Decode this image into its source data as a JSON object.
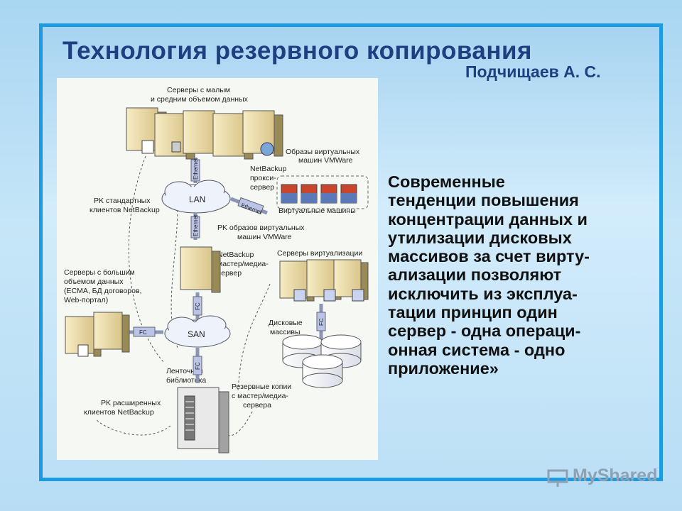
{
  "slide": {
    "title": "Технология резервного копирования",
    "author": "Подчищаев А. С.",
    "body": "Современные\nтенденции повышения\nконцентрации данных и\nутилизации дисковых\nмассивов за счет вирту-\nализации позволяют\nисключить из эксплуа-\nтации принцип один\nсервер - одна операци-\nонная система - одно\nприложение»",
    "watermark": "MyShared"
  },
  "diagram": {
    "labels": {
      "small_servers": [
        "Серверы с малым",
        "и средним объемом данных"
      ],
      "vm_images": [
        "Образы виртуальных",
        "машин VMWare"
      ],
      "netbackup_proxy": [
        "NetBackup",
        "прокси-",
        "сервер"
      ],
      "pk_standard": [
        "PK стандартных",
        "клиентов NetBackup"
      ],
      "lan": "LAN",
      "ethernet": "Ethernet",
      "virtual_machines": "Виртуальные машины",
      "pk_vm_images": [
        "PK образов виртуальных",
        "машин VMWare"
      ],
      "netbackup_master": [
        "NetBackup",
        "мастер/медиа-",
        "сервер"
      ],
      "virtualization_servers": "Серверы виртуализации",
      "big_servers": [
        "Серверы с большим",
        "объемом данных",
        "(ECMA, БД договоров,",
        "Web-портал)"
      ],
      "fc": "FC",
      "san": "SAN",
      "disk_arrays": [
        "Дисковые",
        "массивы"
      ],
      "tape_library": [
        "Ленточная",
        "библиотека"
      ],
      "backup_copies": [
        "Резервные копии",
        "с мастер/медиа-",
        "сервера"
      ],
      "pk_extended": [
        "PK расширенных",
        "клиентов NetBackup"
      ]
    }
  },
  "colors": {
    "frame": "#1c9be3",
    "title": "#1e3f80",
    "server_face": "#efe1b0",
    "server_dark": "#9a8a56",
    "cloud": "#eef2fb",
    "badge": "#b9c4e6"
  }
}
